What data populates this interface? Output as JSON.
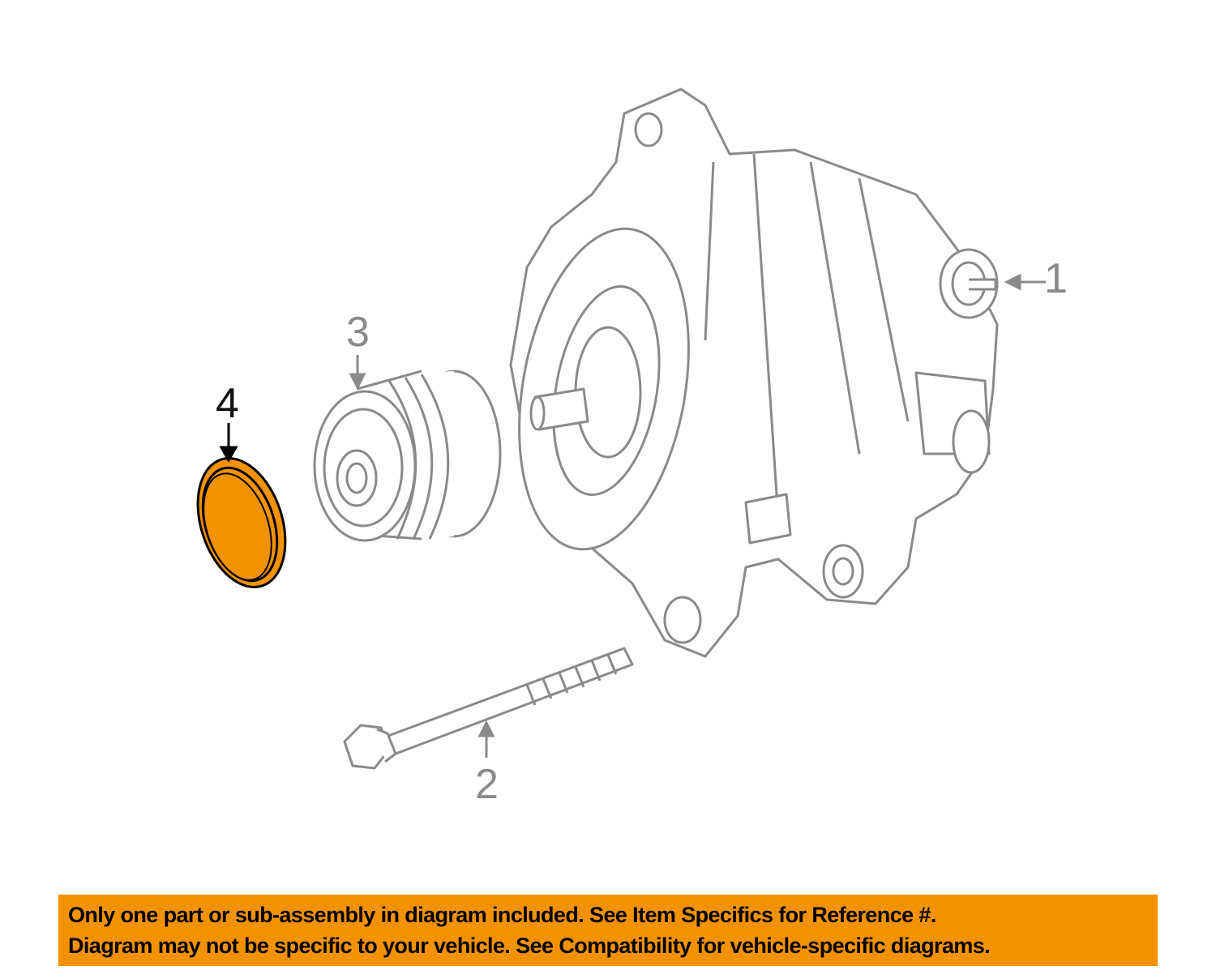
{
  "callouts": {
    "part1": "1",
    "part2": "2",
    "part3": "3",
    "part4": "4"
  },
  "colors": {
    "highlight": "#f39200",
    "line": "#8a8a8a"
  },
  "banner": {
    "line1": "Only one part or sub-assembly in diagram included. See Item Specifics for Reference #.",
    "line2": "Diagram may not be specific to your vehicle. See Compatibility for vehicle-specific diagrams."
  }
}
